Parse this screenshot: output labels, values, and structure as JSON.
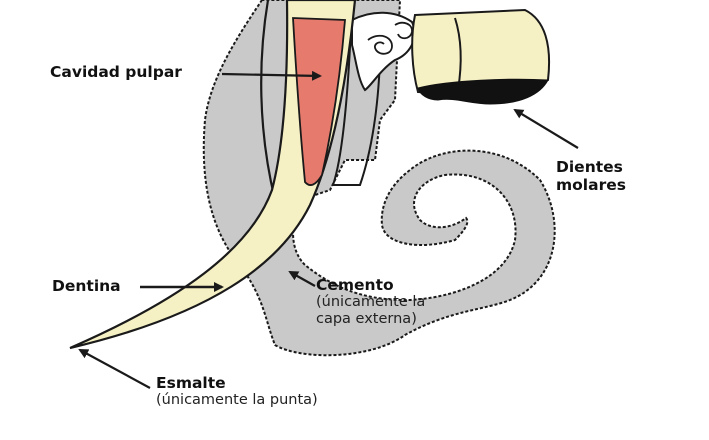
{
  "labels": {
    "pulp": "Cavidad pulpar",
    "molars_line1": "Dientes",
    "molars_line2": "molares",
    "dentin": "Dentina",
    "cement_title": "Cemento",
    "cement_note_line1": "(únicamente la",
    "cement_note_line2": "capa externa)",
    "enamel_title": "Esmalte",
    "enamel_note": "(únicamente la punta)"
  },
  "colors": {
    "bone": "#c9c9c9",
    "pulp": "#e57a6d",
    "tooth": "#f6f1c4",
    "molar_root": "#111111",
    "outline": "#1a1a1a"
  }
}
